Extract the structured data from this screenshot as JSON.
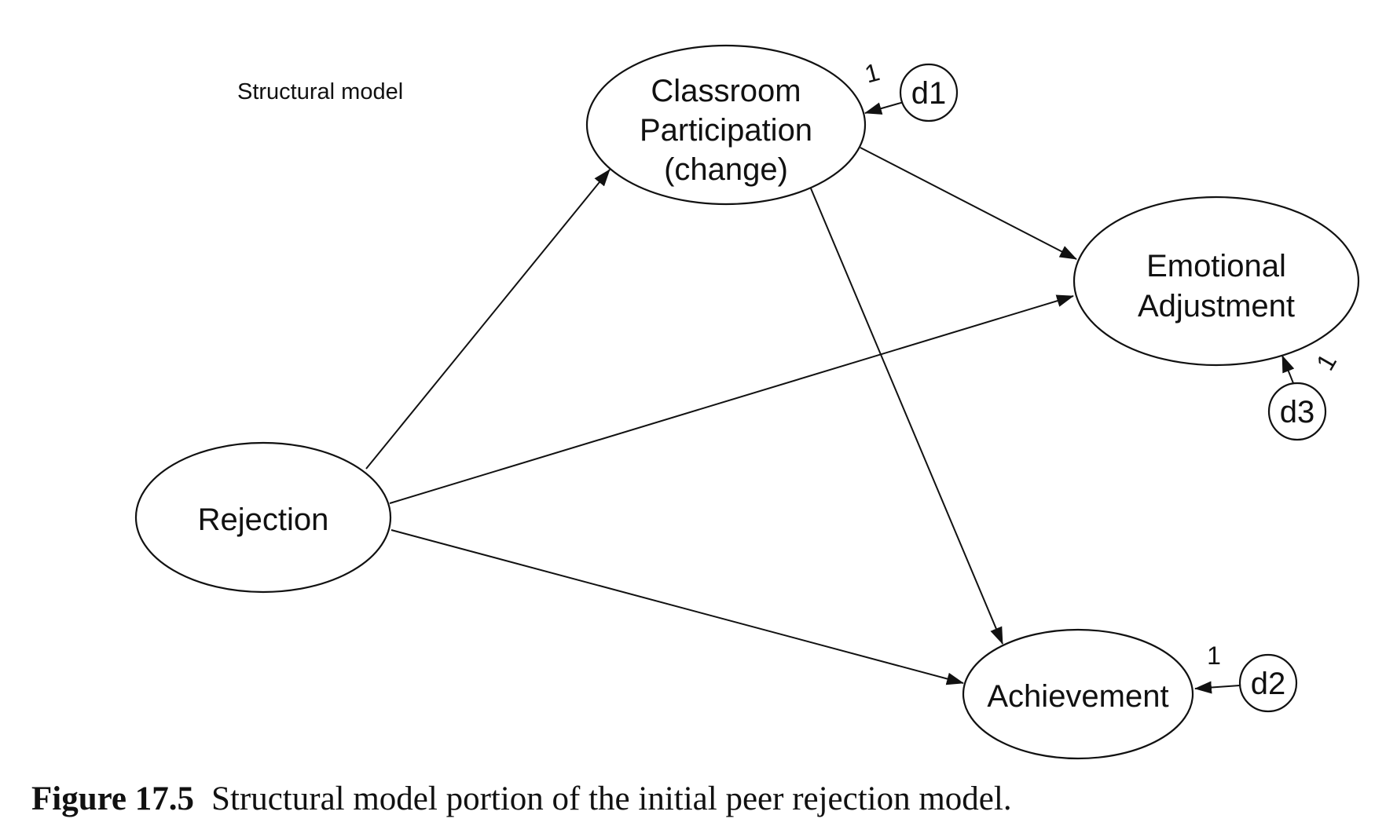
{
  "figure_label": "Structural model",
  "nodes": {
    "classroom": {
      "lines": [
        "Classroom",
        "Participation",
        "(change)"
      ]
    },
    "emotional": {
      "lines": [
        "Emotional",
        "Adjustment"
      ]
    },
    "rejection": {
      "lines": [
        "Rejection"
      ]
    },
    "achievement": {
      "lines": [
        "Achievement"
      ]
    }
  },
  "disturbances": {
    "d1": {
      "label": "d1",
      "path_value": "1"
    },
    "d2": {
      "label": "d2",
      "path_value": "1"
    },
    "d3": {
      "label": "d3",
      "path_value": "1"
    }
  },
  "paths": [
    {
      "from": "Rejection",
      "to": "Classroom Participation (change)"
    },
    {
      "from": "Rejection",
      "to": "Emotional Adjustment"
    },
    {
      "from": "Rejection",
      "to": "Achievement"
    },
    {
      "from": "Classroom Participation (change)",
      "to": "Emotional Adjustment"
    },
    {
      "from": "Classroom Participation (change)",
      "to": "Achievement"
    }
  ],
  "caption": {
    "number": "Figure 17.5",
    "text": "Structural model portion of the initial peer rejection model."
  }
}
